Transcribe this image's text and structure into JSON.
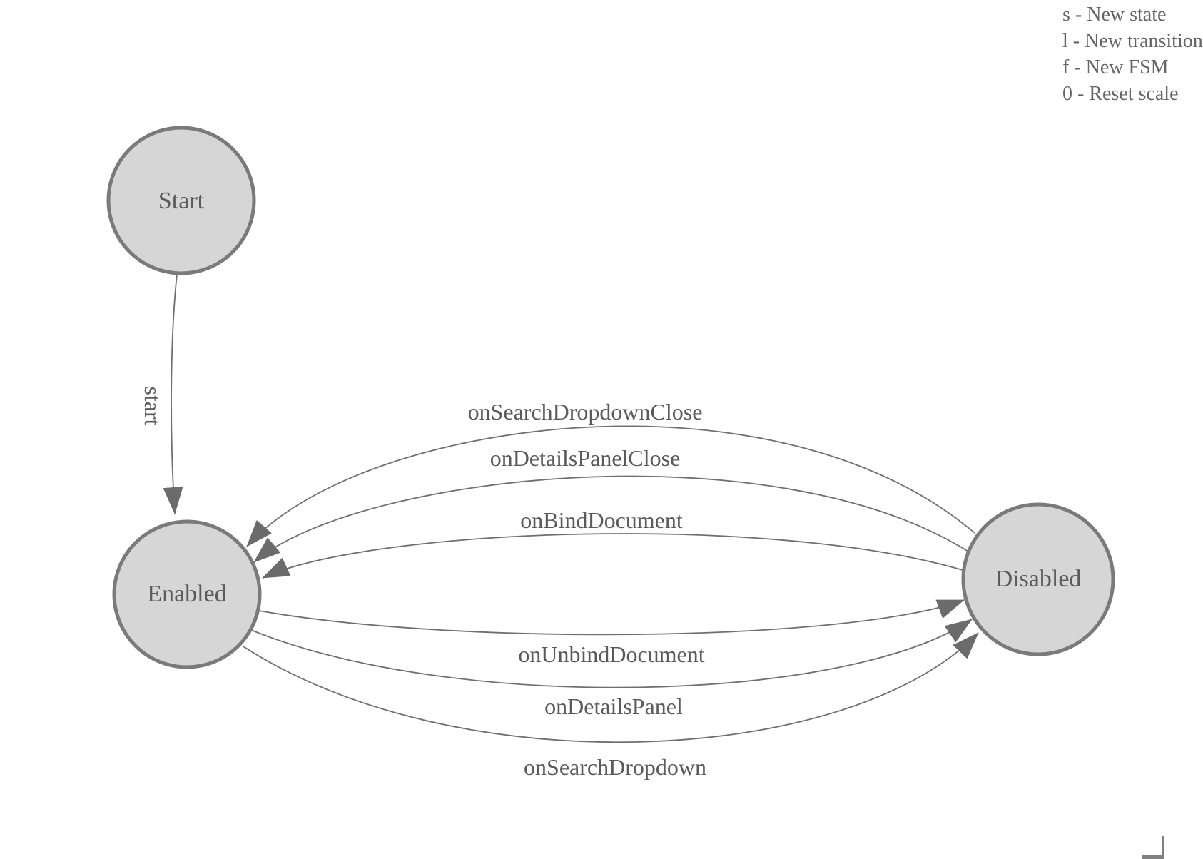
{
  "diagram": {
    "nodes": {
      "start": {
        "label": "Start"
      },
      "enabled": {
        "label": "Enabled"
      },
      "disabled": {
        "label": "Disabled"
      }
    },
    "edges": {
      "start": {
        "label": "start",
        "from": "Start",
        "to": "Enabled"
      },
      "onSearchDropdownClose": {
        "label": "onSearchDropdownClose",
        "from": "Disabled",
        "to": "Enabled"
      },
      "onDetailsPanelClose": {
        "label": "onDetailsPanelClose",
        "from": "Disabled",
        "to": "Enabled"
      },
      "onBindDocument": {
        "label": "onBindDocument",
        "from": "Disabled",
        "to": "Enabled"
      },
      "onUnbindDocument": {
        "label": "onUnbindDocument",
        "from": "Enabled",
        "to": "Disabled"
      },
      "onDetailsPanel": {
        "label": "onDetailsPanel",
        "from": "Enabled",
        "to": "Disabled"
      },
      "onSearchDropdown": {
        "label": "onSearchDropdown",
        "from": "Enabled",
        "to": "Disabled"
      }
    }
  },
  "legend": {
    "lines": [
      "s - New state",
      "l - New transition",
      "f - New FSM",
      "0 - Reset scale"
    ]
  },
  "colors": {
    "node-fill": "#d6d6d6",
    "node-stroke": "#7a7a7a",
    "edge-line": "#6f6f6f",
    "arrow-fill": "#6b6b6b",
    "diagram-text": "#5a5a5a",
    "legend-text": "#656565"
  }
}
